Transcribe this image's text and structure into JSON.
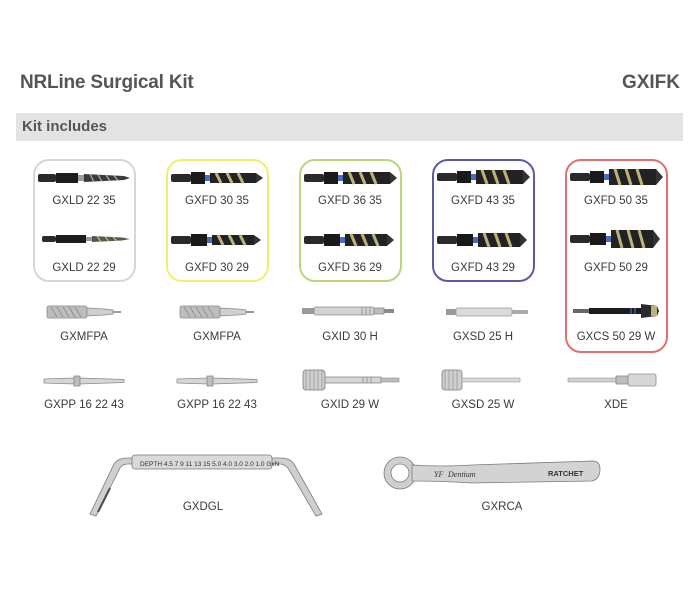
{
  "header": {
    "title": "NRLine Surgical Kit",
    "code": "GXIFK"
  },
  "section": {
    "title": "Kit includes"
  },
  "colors": {
    "gray": "#d6d6d6",
    "yellow": "#f0ee6c",
    "green": "#b9d67a",
    "purple": "#5a5aa8",
    "red": "#e07070"
  },
  "items": {
    "gxld1": "GXLD 22 35",
    "gxld2": "GXLD 22 29",
    "gxfd30a": "GXFD 30 35",
    "gxfd30b": "GXFD 30 29",
    "gxfd36a": "GXFD 36 35",
    "gxfd36b": "GXFD 36 29",
    "gxfd43a": "GXFD 43 35",
    "gxfd43b": "GXFD 43 29",
    "gxfd50a": "GXFD 50 35",
    "gxfd50b": "GXFD 50 29",
    "gxcs": "GXCS 50 29 W",
    "gxmfpa1": "GXMFPA",
    "gxmfpa2": "GXMFPA",
    "gxid30": "GXID 30 H",
    "gxsd25h": "GXSD 25 H",
    "gxpp1": "GXPP 16 22 43",
    "gxpp2": "GXPP 16 22 43",
    "gxid29": "GXID 29 W",
    "gxsd25w": "GXSD 25 W",
    "xde": "XDE",
    "gxdgl": "GXDGL",
    "gxrca": "GXRCA"
  },
  "engravings": {
    "depth_gauge": "DEPTH 4.5 7 9 11 13 15   5.0 4.0 3.0 2.0 1.0 GxN",
    "ratchet_brand": "Dentium",
    "ratchet_word": "RATCHET"
  }
}
